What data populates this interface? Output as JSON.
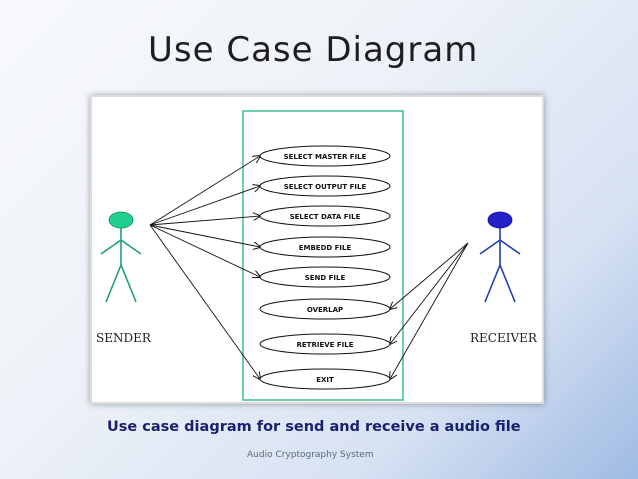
{
  "slide": {
    "title": "Use Case Diagram",
    "caption": "Use case diagram for send and receive a audio file",
    "footer": "Audio Cryptography System"
  },
  "diagram": {
    "actors": [
      {
        "id": "sender",
        "label": "SENDER",
        "head_color": "#1fd08f"
      },
      {
        "id": "receiver",
        "label": "RECEIVER",
        "head_color": "#2420c8"
      }
    ],
    "use_cases": [
      {
        "label": "SELECT MASTER FILE"
      },
      {
        "label": "SELECT OUTPUT FILE"
      },
      {
        "label": "SELECT DATA FILE"
      },
      {
        "label": "EMBEDD FILE"
      },
      {
        "label": "SEND FILE"
      },
      {
        "label": "OVERLAP"
      },
      {
        "label": "RETRIEVE FILE"
      },
      {
        "label": "EXIT"
      }
    ],
    "system_boundary_color": "#3fbf8a"
  }
}
